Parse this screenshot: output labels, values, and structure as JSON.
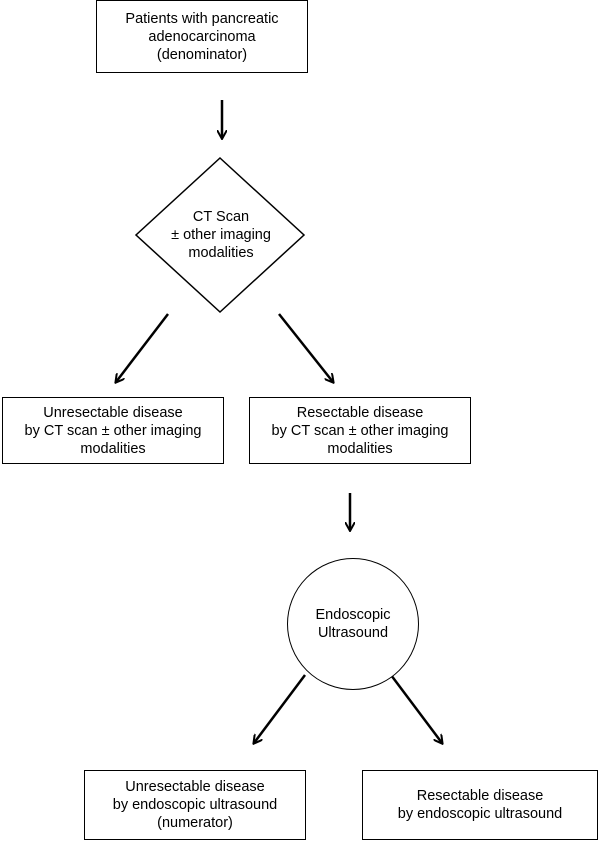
{
  "nodes": {
    "patients": {
      "lines": [
        "Patients with pancreatic",
        "adenocarcinoma",
        "(denominator)"
      ]
    },
    "ct_scan": {
      "lines": [
        "CT Scan",
        "± other imaging",
        "modalities"
      ]
    },
    "unresectable_ct": {
      "lines": [
        "Unresectable disease",
        "by CT scan ± other imaging",
        "modalities"
      ]
    },
    "resectable_ct": {
      "lines": [
        "Resectable disease",
        "by CT scan ± other imaging",
        "modalities"
      ]
    },
    "eus": {
      "lines": [
        "Endoscopic",
        "Ultrasound"
      ]
    },
    "unresectable_eus": {
      "lines": [
        "Unresectable disease",
        "by endoscopic ultrasound",
        "(numerator)"
      ]
    },
    "resectable_eus": {
      "lines": [
        "Resectable disease",
        "by endoscopic ultrasound"
      ]
    }
  }
}
